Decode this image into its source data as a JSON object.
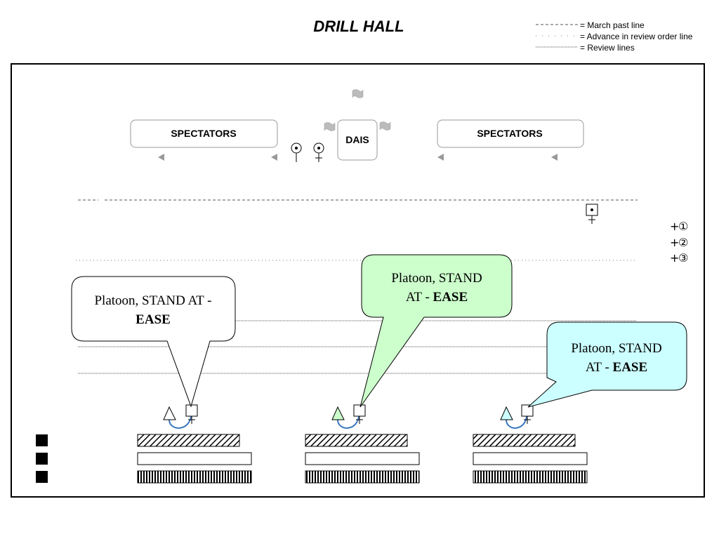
{
  "title": "DRILL HALL",
  "legend": [
    {
      "label": "= March past line",
      "style": "dashed"
    },
    {
      "label": "= Advance in review order line",
      "style": "sparse-dotted"
    },
    {
      "label": "= Review lines",
      "style": "dotted"
    }
  ],
  "spectators": [
    {
      "label": "SPECTATORS"
    },
    {
      "label": "SPECTATORS"
    }
  ],
  "dais": {
    "label": "DAIS"
  },
  "ranks": [
    {
      "label": "①",
      "prefix": "+"
    },
    {
      "label": "②",
      "prefix": "+"
    },
    {
      "label": "③",
      "prefix": "+"
    }
  ],
  "callouts": [
    {
      "line1": "Platoon, STAND AT -",
      "line2_plain": "",
      "line2_bold": "EASE",
      "fill": "#ffffff"
    },
    {
      "line1": "Platoon, STAND",
      "line2_plain": "AT - ",
      "line2_bold": "EASE",
      "fill": "#ccffcc"
    },
    {
      "line1": "Platoon, STAND",
      "line2_plain": "AT - ",
      "line2_bold": "EASE",
      "fill": "#ccffff"
    }
  ],
  "colors": {
    "frame": "#000000",
    "grey_marker": "#999999",
    "flag": "#bbbbbb",
    "callout_green": "#ccffcc",
    "callout_cyan": "#ccffff",
    "arrow_blue": "#3a78c0",
    "arrow_head_green": "#ccffcc",
    "arrow_head_cyan": "#ccffff"
  }
}
